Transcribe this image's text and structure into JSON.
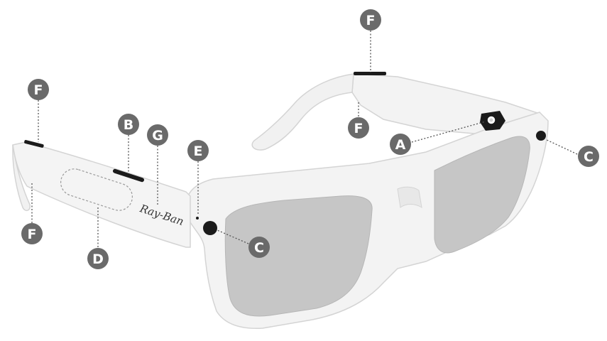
{
  "diagram": {
    "subject": "smart-glasses",
    "brand_logo_text": "Ray-Ban",
    "colors": {
      "frame": "#f3f3f3",
      "frame_edge": "#d4d4d4",
      "lens": "#c6c6c6",
      "component": "#1b1b1b",
      "callout_fill": "#6a6a6a",
      "callout_text": "#ffffff",
      "leader": "#555555"
    },
    "callouts": [
      {
        "id": "top-right-temple-F",
        "label": "F"
      },
      {
        "id": "inner-temple-F",
        "label": "F"
      },
      {
        "id": "camera-A",
        "label": "A"
      },
      {
        "id": "right-led-C",
        "label": "C"
      },
      {
        "id": "left-temple-top-F",
        "label": "F"
      },
      {
        "id": "capture-button-B",
        "label": "B"
      },
      {
        "id": "temple-G",
        "label": "G"
      },
      {
        "id": "hinge-E",
        "label": "E"
      },
      {
        "id": "temple-tip-F",
        "label": "F"
      },
      {
        "id": "touchpad-D",
        "label": "D"
      },
      {
        "id": "front-led-C",
        "label": "C"
      }
    ]
  }
}
